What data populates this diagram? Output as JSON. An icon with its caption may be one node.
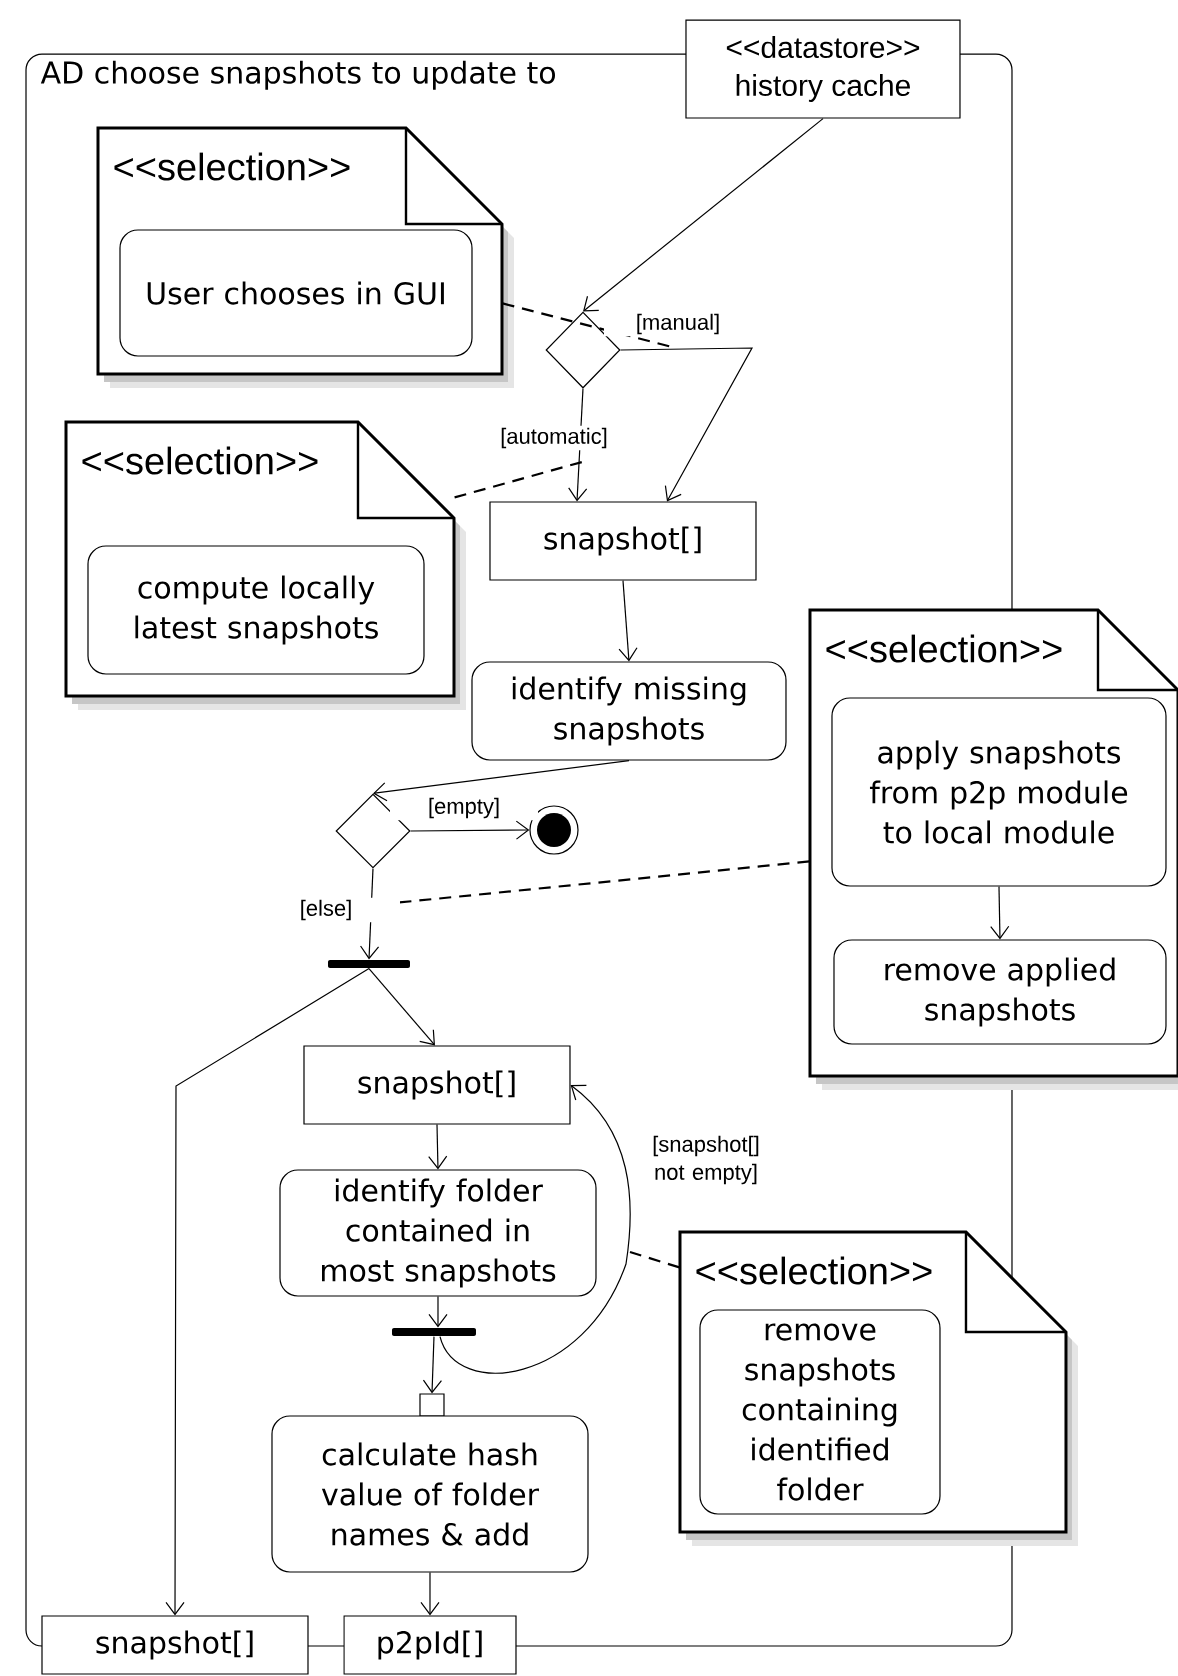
{
  "diagram": {
    "nodes": [
      {
        "text": [
          "AD choose snapshots to update to"
        ]
      },
      {
        "text": [
          "<<datastore>>",
          "history cache"
        ]
      },
      {
        "text": [
          "<<selection>>"
        ],
        "in": 0
      },
      {
        "text": [
          "User chooses in GUI"
        ],
        "in": 2
      },
      {
        "text": [],
        "shape": "diamond",
        "in": 0
      },
      {
        "text": [
          "snapshot[]"
        ],
        "in": 0
      },
      {
        "text": [
          "<<selection>>"
        ],
        "in": 0
      },
      {
        "text": [
          "compute locally latest snapshots"
        ],
        "in": 6
      },
      {
        "text": [
          "identify missing snapshots"
        ],
        "in": 0
      },
      {
        "text": [],
        "shape": "diamond",
        "in": 0
      },
      {
        "text": [],
        "shape": "circle",
        "in": 0
      },
      {
        "text": [],
        "shape": "bar",
        "in": 0
      },
      {
        "text": [
          "<<selection>>"
        ]
      },
      {
        "text": [
          "apply snapshots from p2p module to local module"
        ],
        "in": 12
      },
      {
        "text": [
          "remove applied snapshots"
        ],
        "in": 12
      },
      {
        "text": [
          "snapshot[]"
        ],
        "in": 0
      },
      {
        "text": [
          "identify folder contained in most snapshots"
        ],
        "in": 0
      },
      {
        "text": [],
        "shape": "bar",
        "in": 0
      },
      {
        "text": [
          "<<selection>>"
        ]
      },
      {
        "text": [
          "remove snapshots containing identified folder"
        ],
        "in": 18
      },
      {
        "text": [],
        "shape": "box",
        "in": 0
      },
      {
        "text": [
          "calculate hash value of folder names & add"
        ],
        "in": 0
      },
      {
        "text": [
          "snapshot[]"
        ]
      },
      {
        "text": [
          "p2pId[]"
        ]
      }
    ],
    "edges": [
      {
        "from": 1,
        "to": 4,
        "arrow": "to"
      },
      {
        "from": 4,
        "to": 5,
        "arrow": "to",
        "label": "[manual]"
      },
      {
        "from": 4,
        "to": 5,
        "arrow": "to",
        "label": "[automatic]"
      },
      {
        "from": 2,
        "to": null,
        "arrow": "none",
        "style": "dashed"
      },
      {
        "from": 6,
        "to": null,
        "arrow": "none",
        "style": "dashed"
      },
      {
        "from": 5,
        "to": 8,
        "arrow": "to"
      },
      {
        "from": 8,
        "to": 9,
        "arrow": "to"
      },
      {
        "from": 9,
        "to": 10,
        "arrow": "to",
        "label": "[empty]"
      },
      {
        "from": 9,
        "to": 11,
        "arrow": "to",
        "label": "[else]"
      },
      {
        "from": 12,
        "to": null,
        "arrow": "none",
        "style": "dashed"
      },
      {
        "from": 13,
        "to": 14,
        "arrow": "to"
      },
      {
        "from": 11,
        "to": 15,
        "arrow": "to"
      },
      {
        "from": 11,
        "to": 22,
        "arrow": "to"
      },
      {
        "from": 15,
        "to": 16,
        "arrow": "to"
      },
      {
        "from": 16,
        "to": 17,
        "arrow": "to"
      },
      {
        "from": 17,
        "to": 15,
        "arrow": "to",
        "label": "[snapshot[] not empty]"
      },
      {
        "from": 18,
        "to": null,
        "arrow": "none",
        "style": "dashed"
      },
      {
        "from": 17,
        "to": 20,
        "arrow": "to"
      },
      {
        "from": 21,
        "to": 23,
        "arrow": "to"
      }
    ]
  }
}
